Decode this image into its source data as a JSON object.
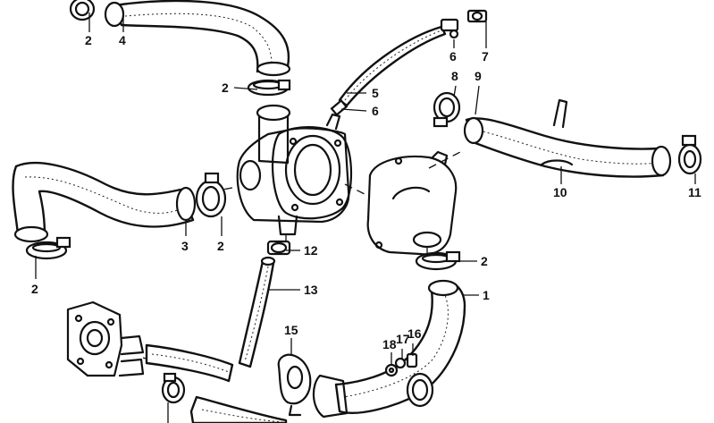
{
  "callouts": {
    "c1": "1",
    "c2": "2",
    "c3": "3",
    "c4": "4",
    "c5": "5",
    "c6": "6",
    "c7": "7",
    "c8": "8",
    "c9": "9",
    "c10": "10",
    "c11": "11",
    "c12": "12",
    "c13": "13",
    "c15": "15",
    "c16": "16",
    "c17": "17",
    "c18": "18"
  }
}
